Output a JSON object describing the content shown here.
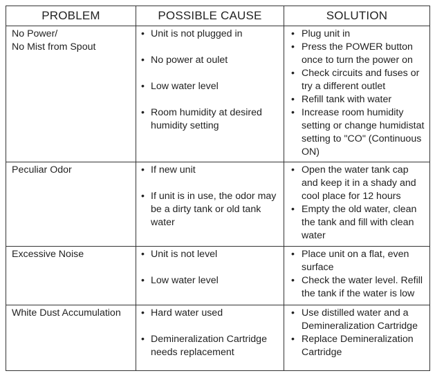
{
  "headers": [
    "PROBLEM",
    "POSSIBLE CAUSE",
    "SOLUTION"
  ],
  "rows": [
    {
      "problem": [
        "No Power/",
        "No Mist from Spout"
      ],
      "causes": [
        "Unit is not plugged in",
        "No power at oulet",
        "Low water level",
        "Room humidity at desired humidity setting"
      ],
      "solutions": [
        "Plug unit in",
        "Press the POWER button once to turn the power on",
        "Check circuits and fuses or try a different outlet",
        "Refill tank with water",
        "Increase room humidity setting or change humidistat setting to \"CO\" (Continuous ON)"
      ]
    },
    {
      "problem": [
        "Peculiar Odor"
      ],
      "causes": [
        "If new unit",
        "If unit is in use, the odor may be a dirty tank or old tank water"
      ],
      "solutions": [
        "Open the water tank cap and keep it in a shady and cool place for 12 hours",
        "Empty the old water, clean the tank and fill with clean water"
      ]
    },
    {
      "problem": [
        "Excessive Noise"
      ],
      "causes": [
        "Unit is not level",
        "Low water level"
      ],
      "solutions": [
        "Place unit on a flat, even surface",
        "Check the water level. Refill the tank if the water is low"
      ]
    },
    {
      "problem": [
        "White Dust Accumulation"
      ],
      "causes": [
        "Hard water used",
        "Demineralization Cartridge needs replacement"
      ],
      "solutions": [
        "Use distilled water and a Demineralization Cartridge",
        "Replace Demineralization Cartridge"
      ]
    }
  ]
}
